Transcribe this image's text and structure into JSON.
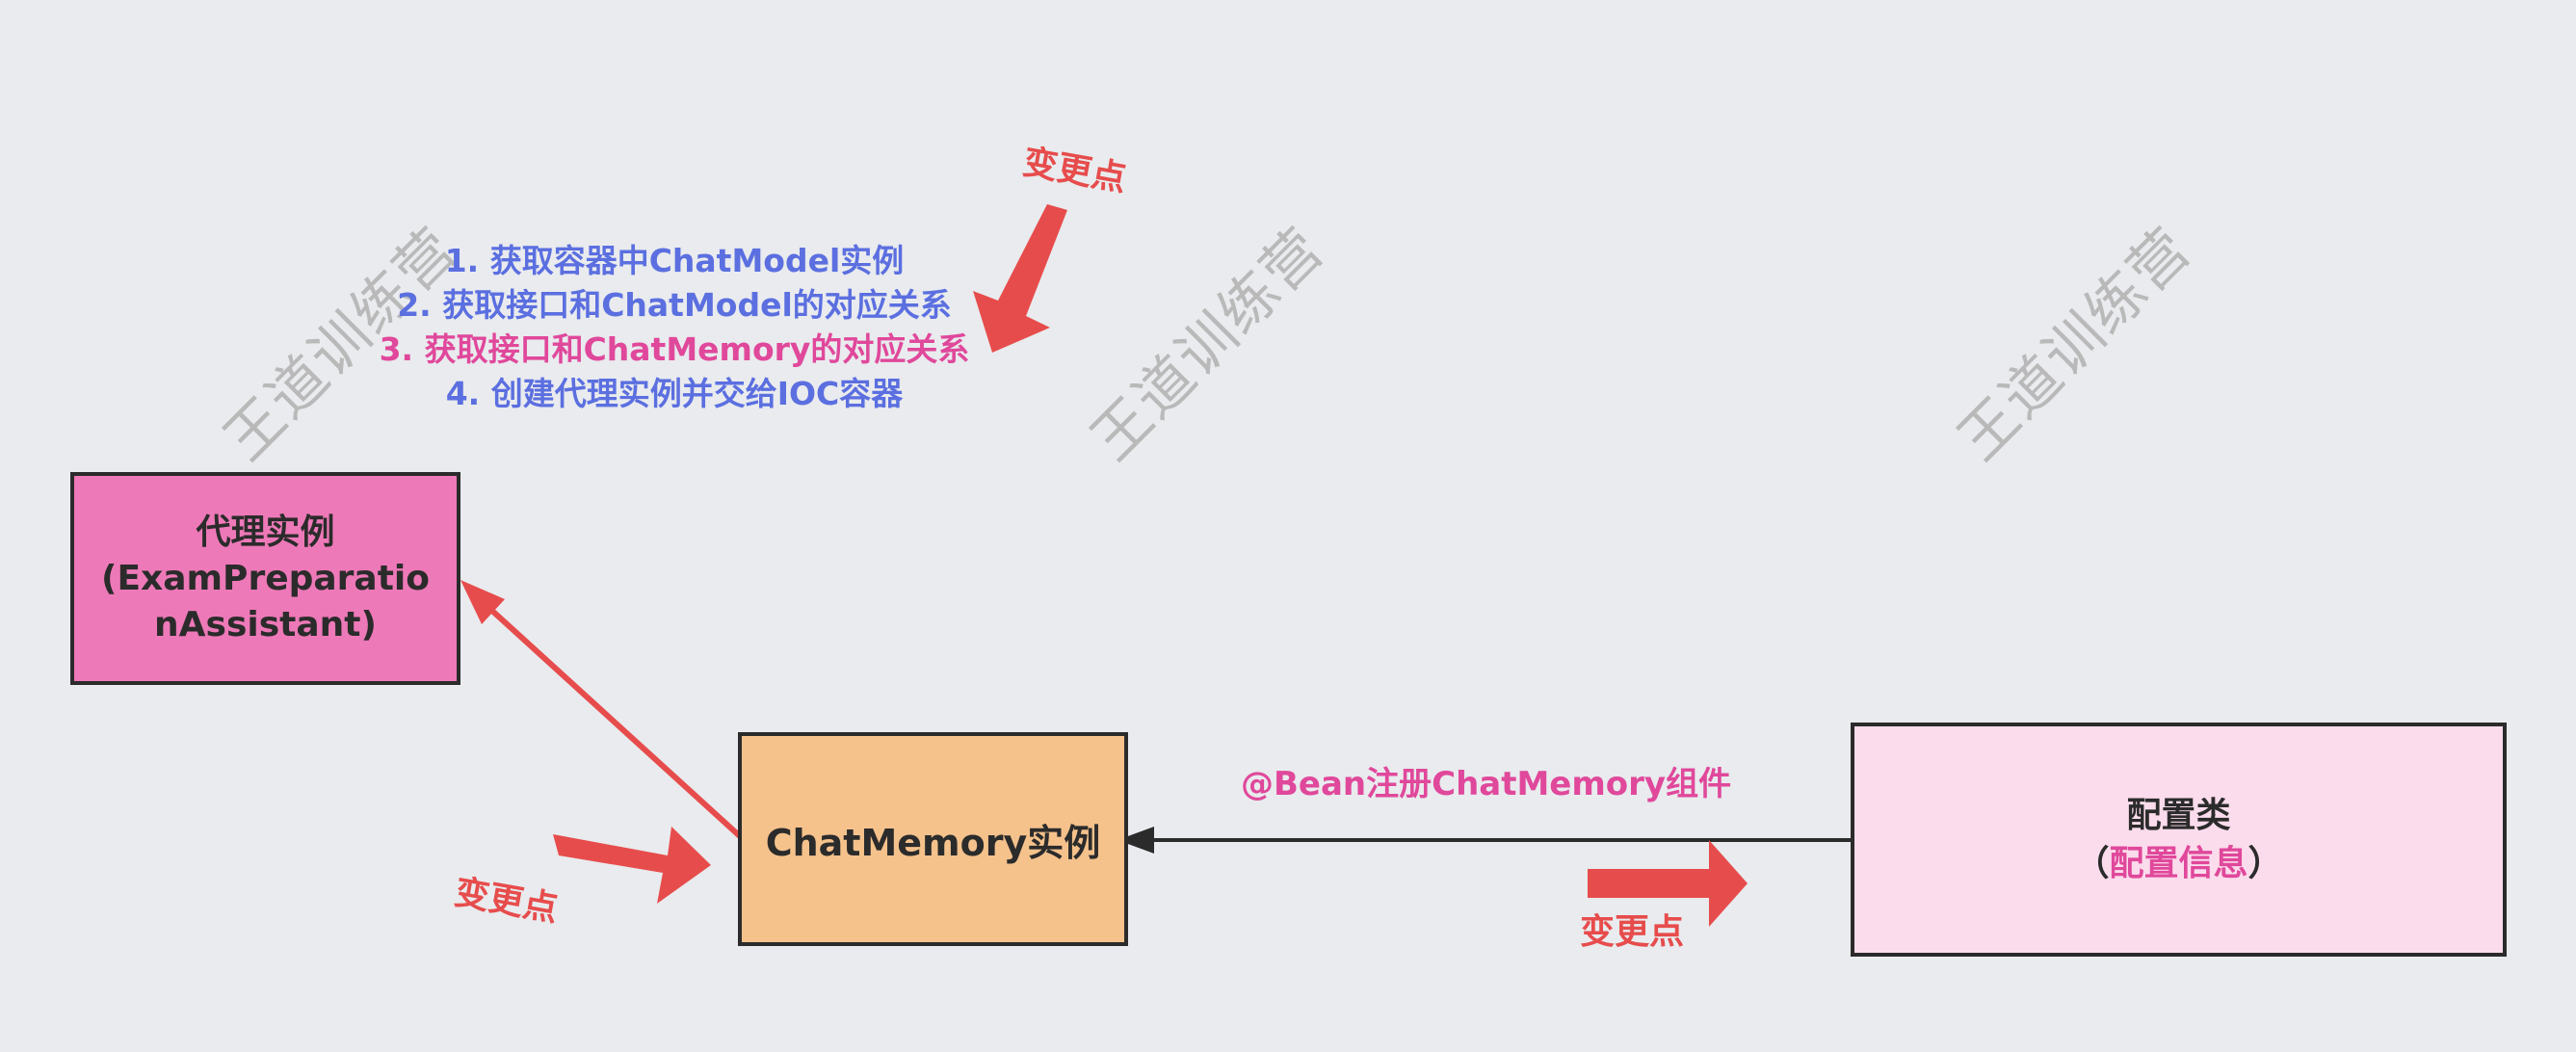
{
  "watermark": "王道训练营",
  "steps": [
    "1. 获取容器中ChatModel实例",
    "2. 获取接口和ChatModel的对应关系",
    "3. 获取接口和ChatMemory的对应关系",
    "4. 创建代理实例并交给IOC容器"
  ],
  "nodes": {
    "proxy": {
      "line1": "代理实例",
      "line2": "(ExamPreparatio",
      "line3": "nAssistant)"
    },
    "memory": {
      "label": "ChatMemory实例"
    },
    "config": {
      "line1": "配置类",
      "open": "（",
      "highlight": "配置信息",
      "close": "）"
    }
  },
  "edge_label": "@Bean注册ChatMemory组件",
  "change_point": "变更点",
  "colors": {
    "background": "#e9ebee",
    "step_blue": "#5b6fe0",
    "step_pink": "#e0489b",
    "change_red": "#e74c4c",
    "proxy_fill": "#ee79b8",
    "memory_fill": "#f5c28c",
    "config_fill": "#fbdcec",
    "label_pink": "#e0489b",
    "edge_dark": "#2b2b2b",
    "watermark": "#b9b9b9"
  }
}
